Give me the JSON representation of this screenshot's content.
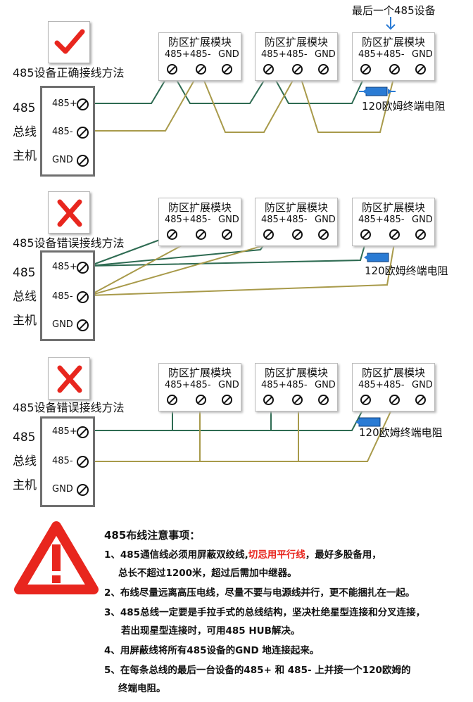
{
  "top_note": "最后一个485设备",
  "module_title": "防区扩展模块",
  "module_pins": [
    "485+",
    "485-",
    "GND"
  ],
  "host": {
    "line1": "485",
    "line2": "总线",
    "line3": "主机",
    "terminals": [
      "485+",
      "485-",
      "GND"
    ]
  },
  "resistor_label": "120欧姆终端电阻",
  "diagrams": [
    {
      "caption": "485设备正确接线方法",
      "mark": "check"
    },
    {
      "caption": "485设备错误接线方法",
      "mark": "cross"
    },
    {
      "caption": "485设备错误接线方法",
      "mark": "cross"
    }
  ],
  "notes": {
    "title": "485布线注意事项：",
    "n1_a": "1、485通信线必须用屏蔽双绞线,",
    "n1_red": "切忌用平行线",
    "n1_b": "，最好多股备用，",
    "n1_c": "总长不超过1200米，超过后需加中继器。",
    "n2": "2、布线尽量远离高压电线，尽量不要与电源线并行，更不能捆扎在一起。",
    "n3_a": "3、485总线一定要是手拉手式的总线结构，坚决杜绝星型连接和分叉连接，",
    "n3_b": "若出现星型连接时，可用485 HUB解决。",
    "n4": "4、用屏蔽线将所有485设备的GND 地连接起来。",
    "n5_a": "5、在每条总线的最后一台设备的485+ 和 485- 上并接一个120欧姆的",
    "n5_b": "终端电阻。"
  },
  "colors": {
    "wire_green": "#2e6b52",
    "wire_olive": "#a89a4a",
    "resistor": "#2a7bd4",
    "warning": "#e8261e",
    "check": "#e8261e"
  }
}
